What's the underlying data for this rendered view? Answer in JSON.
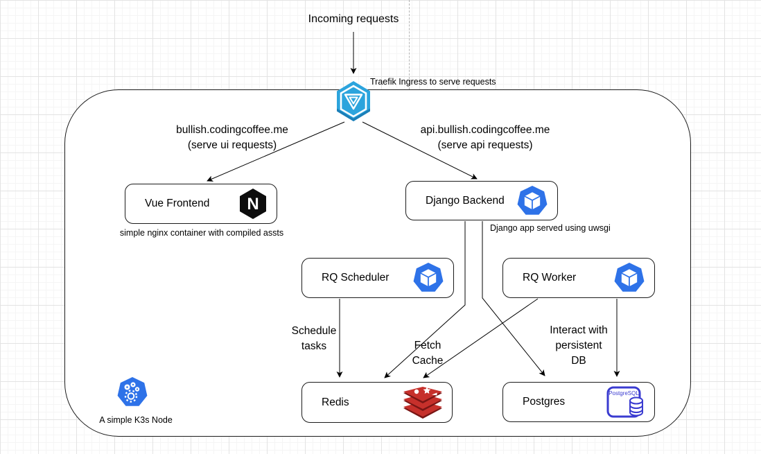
{
  "diagram": {
    "incoming_label": "Incoming requests",
    "ingress_caption": "Traefik Ingress to serve requests",
    "k3s_caption": "A simple K3s Node"
  },
  "edge_labels": {
    "ui_domain": "bullish.codingcoffee.me\n(serve ui requests)",
    "api_domain": "api.bullish.codingcoffee.me\n(serve api requests)",
    "schedule": "Schedule\ntasks",
    "fetch_cache": "Fetch\nCache",
    "persistent_db": "Interact with\npersistent\nDB"
  },
  "nodes": {
    "vue": {
      "label": "Vue Frontend",
      "caption": "simple nginx container with compiled assts",
      "icon": "nginx-icon"
    },
    "django": {
      "label": "Django Backend",
      "caption": "Django app served using uwsgi",
      "icon": "container-cube-icon"
    },
    "rq_scheduler": {
      "label": "RQ Scheduler",
      "icon": "container-cube-icon"
    },
    "rq_worker": {
      "label": "RQ Worker",
      "icon": "container-cube-icon"
    },
    "redis": {
      "label": "Redis",
      "icon": "redis-icon"
    },
    "postgres": {
      "label": "Postgres",
      "icon": "postgresql-icon"
    }
  },
  "icons": {
    "nginx_letter": "N",
    "postgresql_text": "PostgreSQL"
  },
  "colors": {
    "container_blue": "#2e72e8",
    "traefik_blue": "#2ca4dd",
    "traefik_blue_dark": "#1b7fb8",
    "redis_red": "#c6302b",
    "redis_red_dark": "#791514",
    "postgres_blue": "#3a3bd0",
    "nginx_black": "#0d0d0d",
    "edge_black": "#000000",
    "grid_major": "#e3e3e3",
    "grid_minor": "#f5f5f5"
  }
}
